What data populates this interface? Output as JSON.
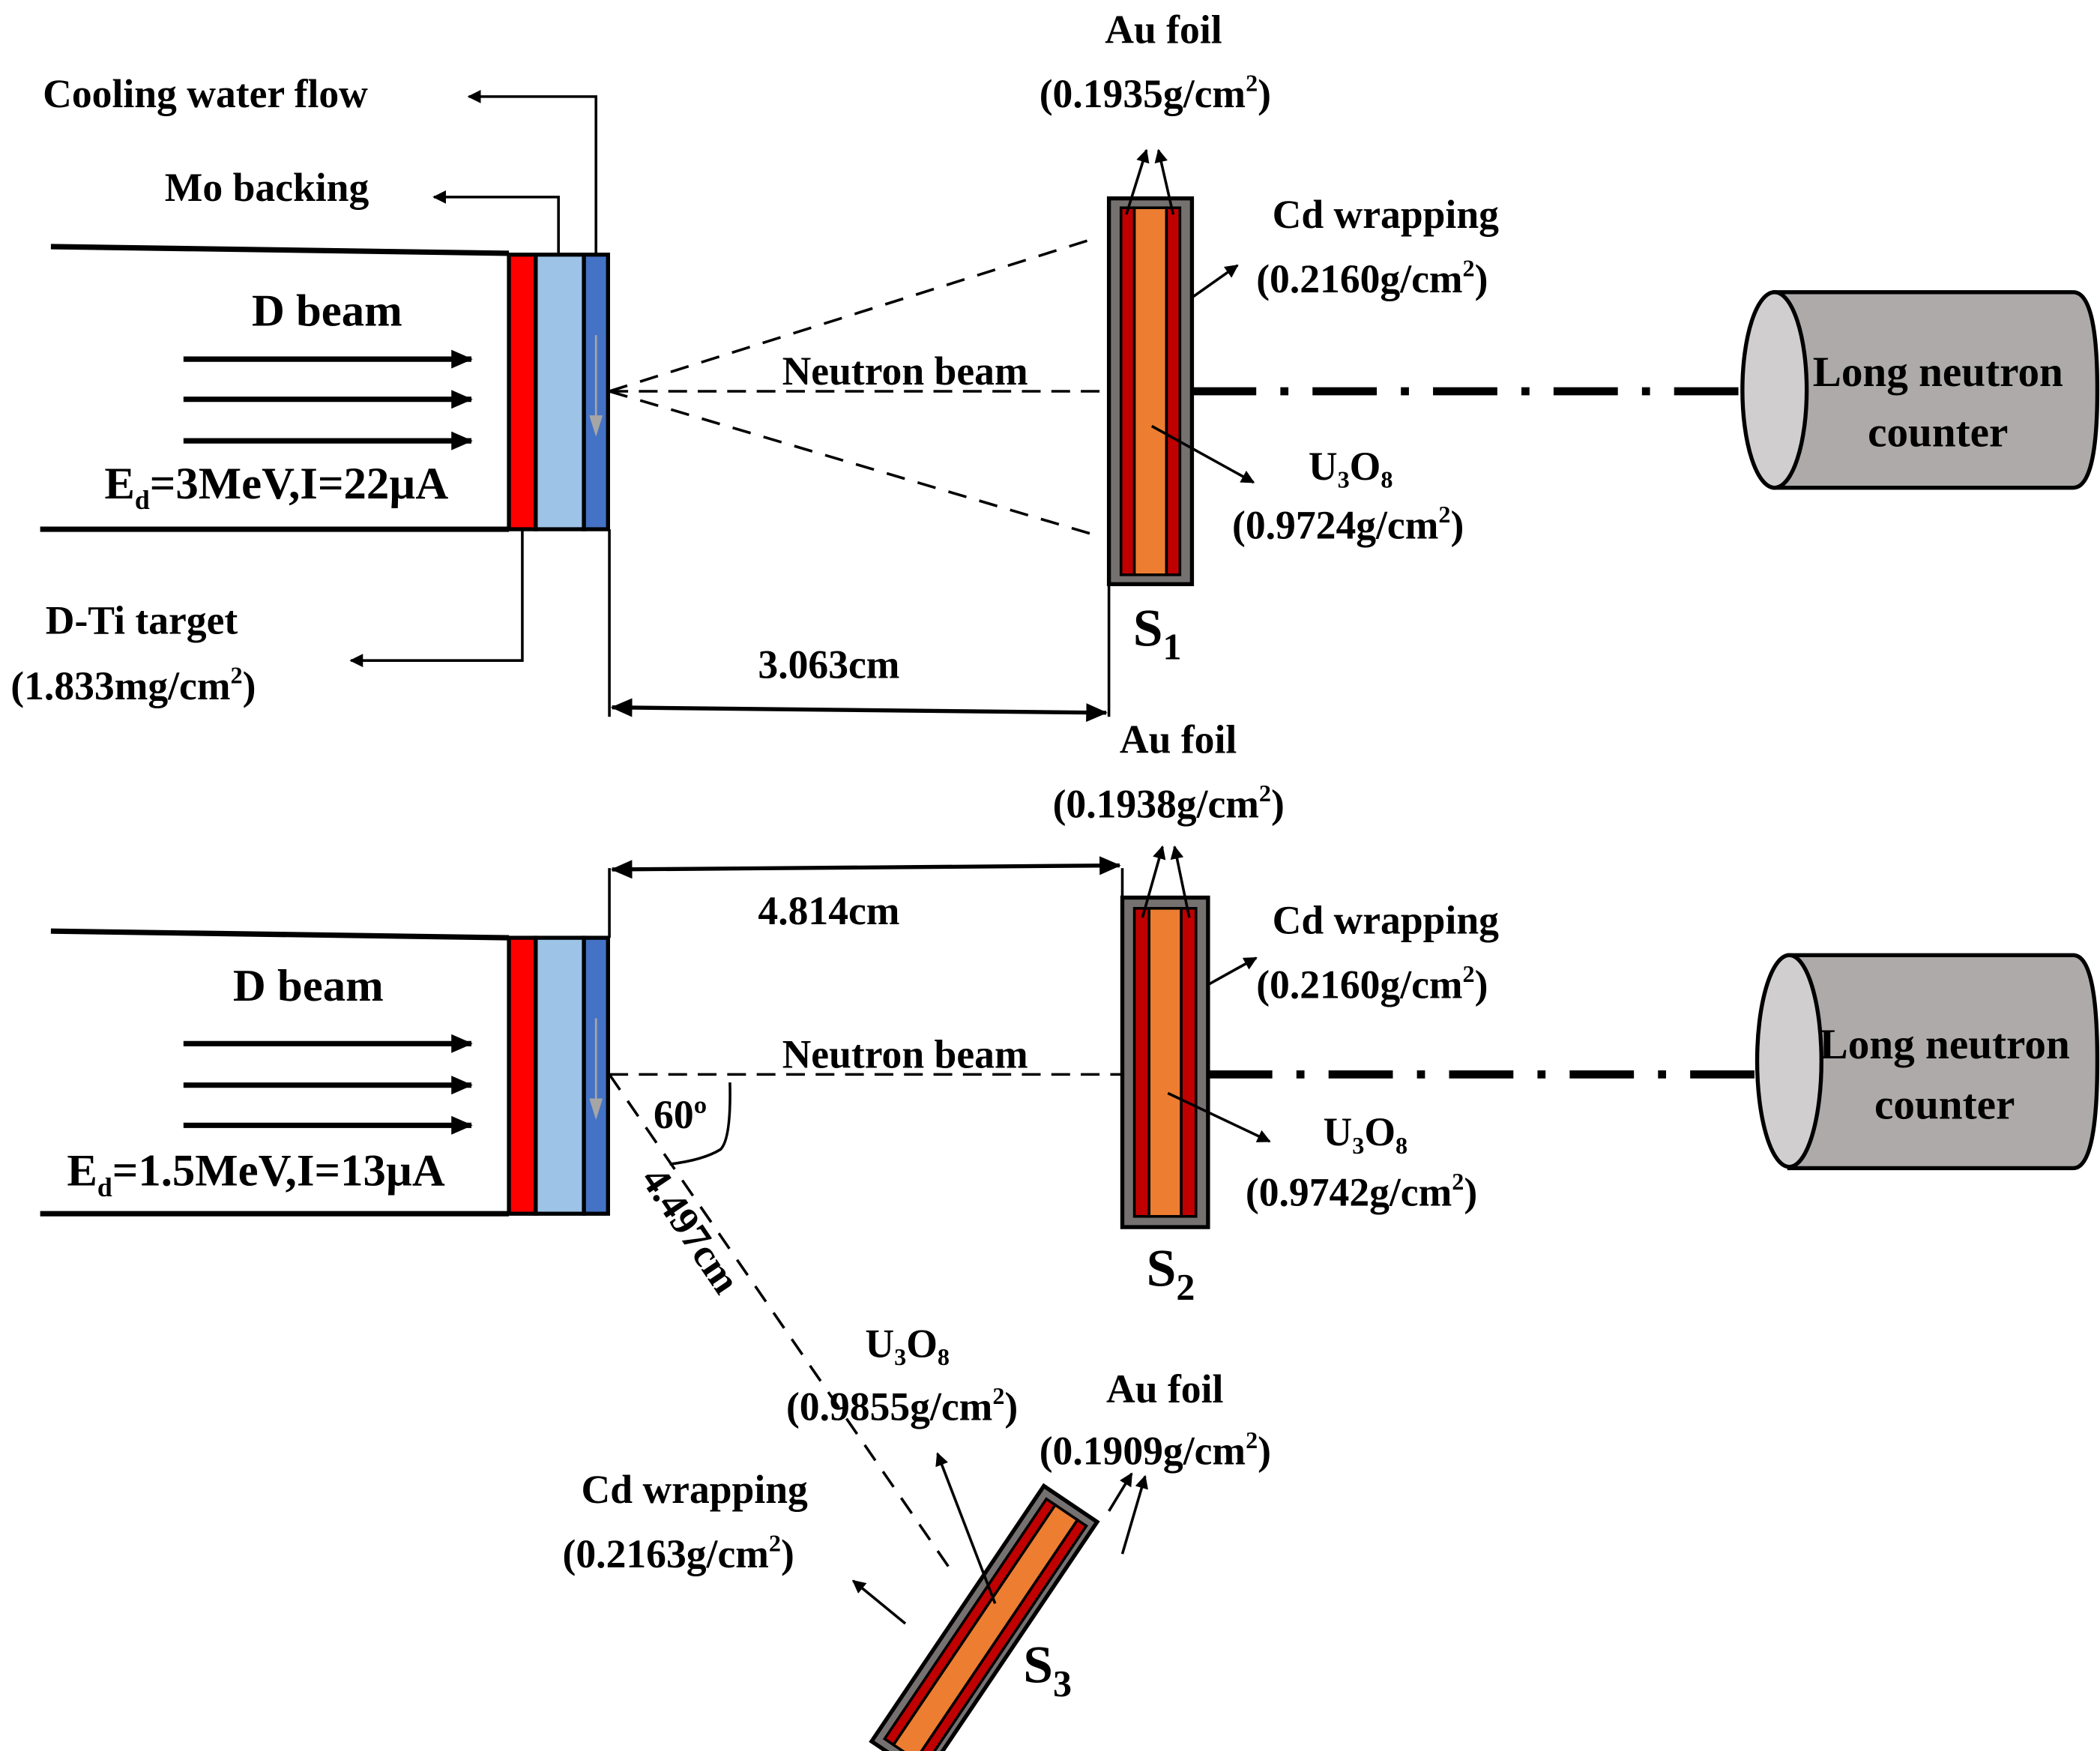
{
  "setup_top": {
    "cooling_water_flow": "Cooling water flow",
    "mo_backing": "Mo backing",
    "d_beam": "D beam",
    "beam_params": {
      "E_sym": "E",
      "E_sub": "d",
      "rest": "=3MeV,I=22µA"
    },
    "dti_target": "D-Ti target",
    "dti_target_thickness": {
      "pre": "(1.833mg/cm",
      "sup": "2",
      "post": ")"
    },
    "neutron_beam": "Neutron beam",
    "distance": "3.063cm",
    "sample_label": {
      "main": "S",
      "sub": "1"
    },
    "au_foil": "Au  foil",
    "au_foil_thickness": {
      "pre": "(0.1935g/cm",
      "sup": "2",
      "post": ")"
    },
    "cd_wrapping": "Cd wrapping",
    "cd_thickness": {
      "pre": "(0.2160g/cm",
      "sup": "2",
      "post": ")"
    },
    "u3o8": {
      "a": "U",
      "s1": "3",
      "b": "O",
      "s2": "8"
    },
    "u3o8_thickness": {
      "pre": "(0.9724g/cm",
      "sup": "2",
      "post": ")"
    },
    "counter_line1": "Long neutron",
    "counter_line2": "counter"
  },
  "setup_bottom": {
    "d_beam": "D beam",
    "beam_params": {
      "E_sym": "E",
      "E_sub": "d",
      "rest": "=1.5MeV,I=13µA"
    },
    "neutron_beam": "Neutron beam",
    "distance": "4.814cm",
    "angle": "60º",
    "angled_distance": "4.497cm",
    "s2": {
      "sample_label": {
        "main": "S",
        "sub": "2"
      },
      "au_foil": "Au  foil",
      "au_foil_thickness": {
        "pre": "(0.1938g/cm",
        "sup": "2",
        "post": ")"
      },
      "cd_wrapping": "Cd wrapping",
      "cd_thickness": {
        "pre": "(0.2160g/cm",
        "sup": "2",
        "post": ")"
      },
      "u3o8": {
        "a": "U",
        "s1": "3",
        "b": "O",
        "s2": "8"
      },
      "u3o8_thickness": {
        "pre": "(0.9742g/cm",
        "sup": "2",
        "post": ")"
      }
    },
    "s3": {
      "sample_label": {
        "main": "S",
        "sub": "3"
      },
      "au_foil": "Au  foil",
      "au_foil_thickness": {
        "pre": "(0.1909g/cm",
        "sup": "2",
        "post": ")"
      },
      "cd_wrapping": "Cd wrapping",
      "cd_thickness": {
        "pre": "(0.2163g/cm",
        "sup": "2",
        "post": ")"
      },
      "u3o8": {
        "a": "U",
        "s1": "3",
        "b": "O",
        "s2": "8"
      },
      "u3o8_thickness": {
        "pre": "(0.9855g/cm",
        "sup": "2",
        "post": ")"
      }
    },
    "counter_line1": "Long neutron",
    "counter_line2": "counter"
  },
  "colors": {
    "dti_layer": "#ff0000",
    "mo_backing": "#9dc3e6",
    "cooling_water": "#4472c4",
    "cd_wrapping": "#767171",
    "au_foil": "#c00000",
    "u3o8": "#ed7d31",
    "counter_body": "#aeaaaa",
    "counter_face": "#d0cece"
  }
}
